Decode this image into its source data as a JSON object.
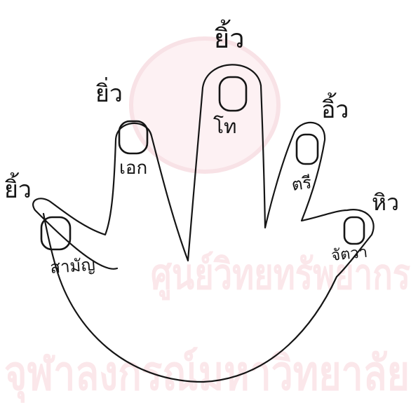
{
  "watermark": {
    "line1": "ศูนย์วิทยทรัพยากร",
    "line2": "จุฬาลงกรณ์มหาวิทยาลัย",
    "color": "#fbe7ea"
  },
  "fingers": [
    {
      "id": "thumb",
      "tone_label": "ยิ้ว",
      "tone_name": "สามัญ"
    },
    {
      "id": "index",
      "tone_label": "ยิ่ว",
      "tone_name": "เอก"
    },
    {
      "id": "middle",
      "tone_label": "ยิ้ว",
      "tone_name": "โท"
    },
    {
      "id": "ring",
      "tone_label": "อิ้ว",
      "tone_name": "ตรี"
    },
    {
      "id": "little",
      "tone_label": "หิว",
      "tone_name": "จัตวา"
    }
  ],
  "colors": {
    "ink": "#151515",
    "background": "#ffffff"
  }
}
